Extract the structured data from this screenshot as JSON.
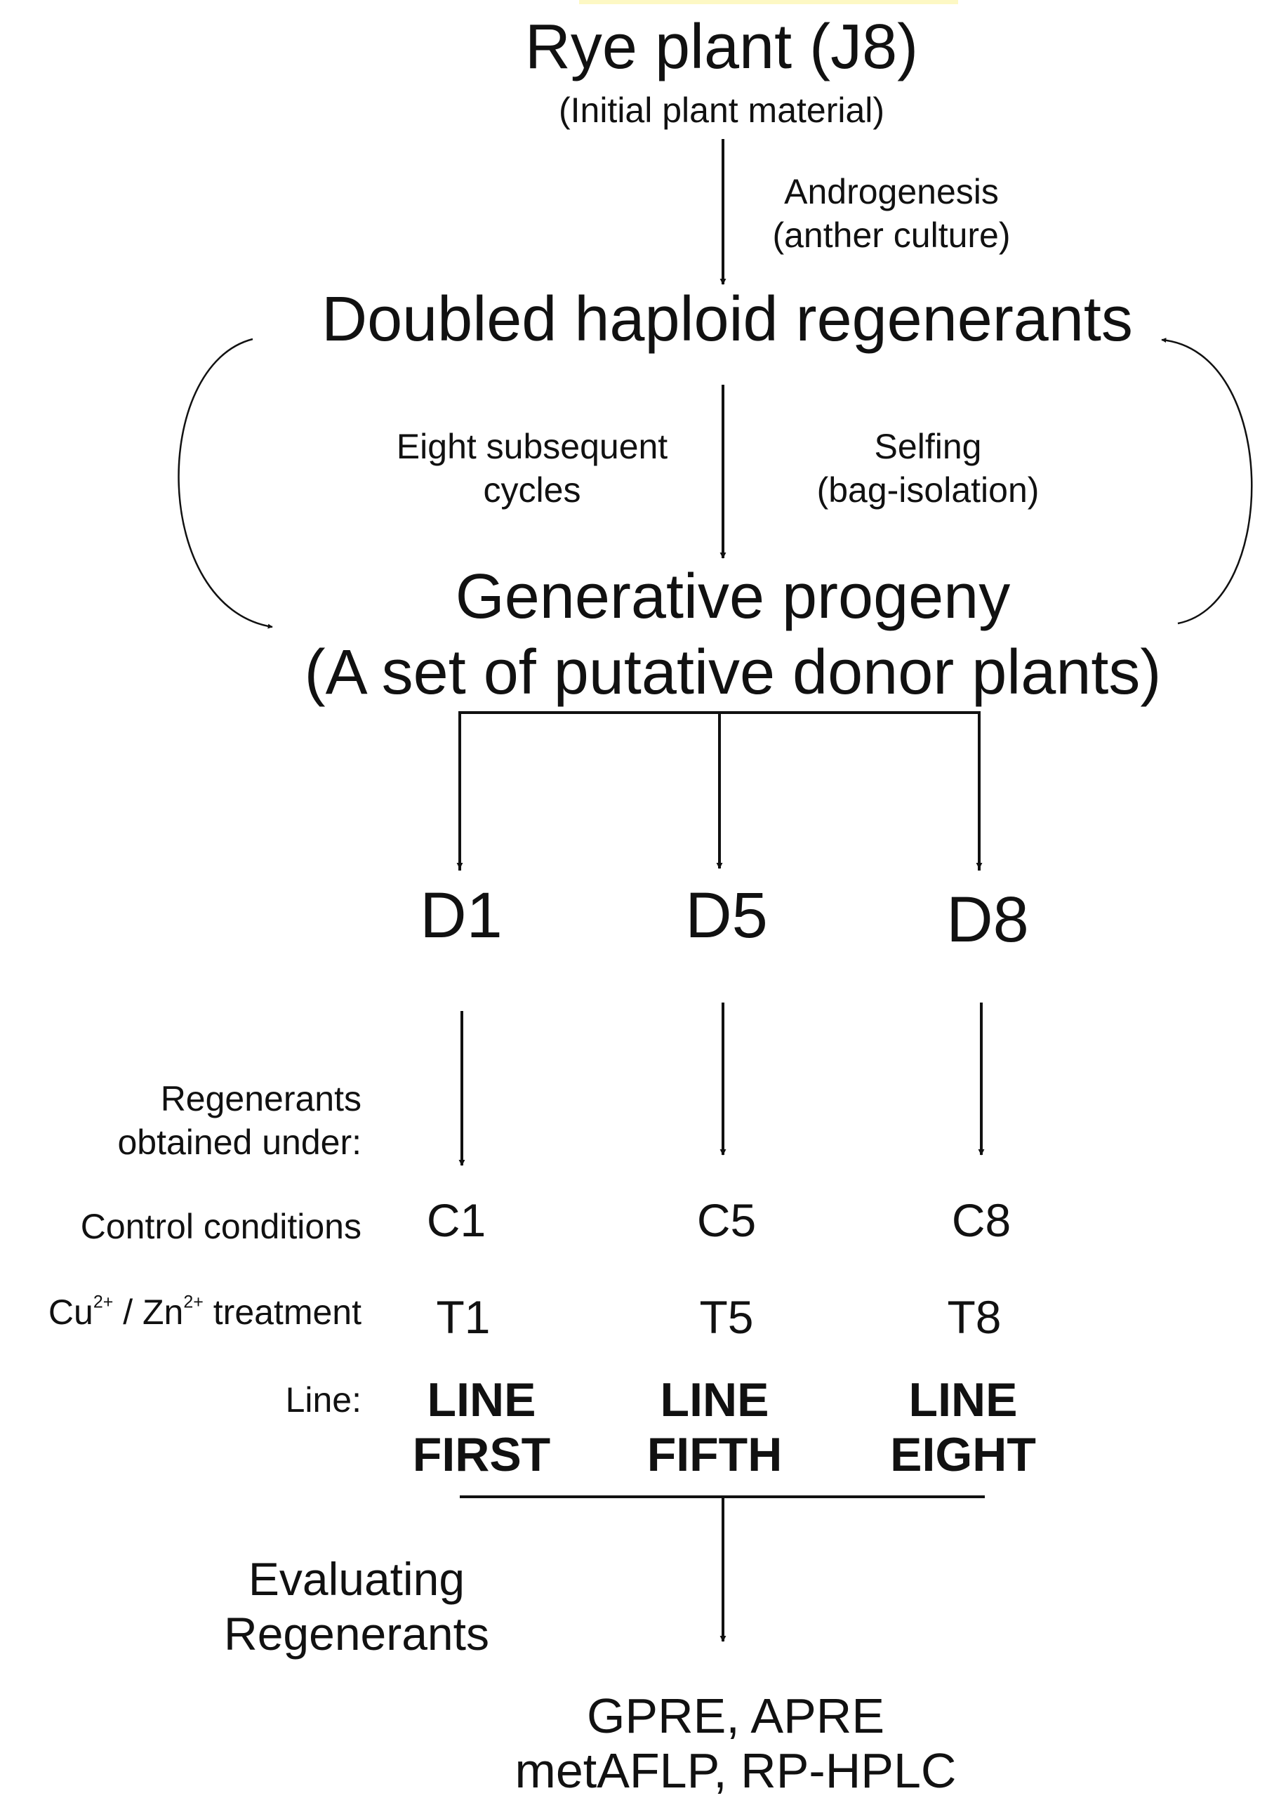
{
  "nodes": {
    "rye_plant": {
      "title": "Rye plant (J8)",
      "subtitle": "(Initial plant material)"
    },
    "androgenesis": {
      "line1": "Androgenesis",
      "line2": "(anther culture)"
    },
    "doubled_haploid": "Doubled haploid regenerants",
    "cycles": {
      "line1": "Eight subsequent",
      "line2": "cycles"
    },
    "selfing": {
      "line1": "Selfing",
      "line2": "(bag-isolation)"
    },
    "generative": {
      "line1": "Generative progeny",
      "line2": "(A set of putative donor plants)"
    },
    "donors": [
      "D1",
      "D5",
      "D8"
    ]
  },
  "row_labels": {
    "regenerants": {
      "line1": "Regenerants",
      "line2": "obtained under:"
    },
    "control": "Control conditions",
    "treatment": {
      "cu": "Cu",
      "cu_sup": "2+",
      "sep": " / Zn",
      "zn_sup": "2+",
      "rest": " treatment"
    },
    "line": "Line:"
  },
  "controls": [
    "C1",
    "C5",
    "C8"
  ],
  "treatments": [
    "T1",
    "T5",
    "T8"
  ],
  "lines": [
    {
      "word": "LINE",
      "name": "FIRST"
    },
    {
      "word": "LINE",
      "name": "FIFTH"
    },
    {
      "word": "LINE",
      "name": "EIGHT"
    }
  ],
  "evaluating": {
    "line1": "Evaluating",
    "line2": "Regenerants"
  },
  "methods": {
    "line1": "GPRE, APRE",
    "line2": "metAFLP, RP-HPLC"
  }
}
